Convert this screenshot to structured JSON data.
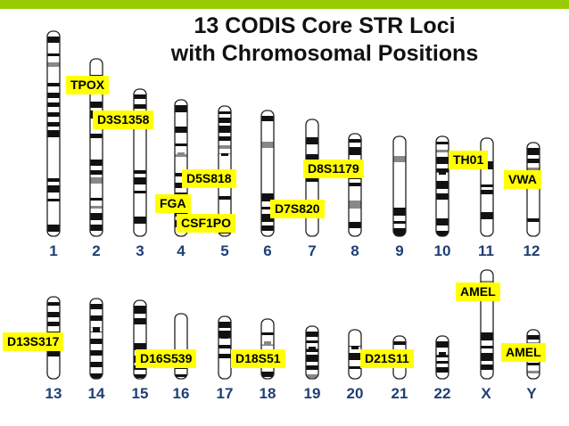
{
  "colors": {
    "top_bar": "#99cc00",
    "label_bg": "#ffff00",
    "number_text": "#1f3f75",
    "band_dark": "#111111",
    "band_gray": "#888888"
  },
  "title": {
    "line1": "13 CODIS Core STR Loci",
    "line2": "with Chromosomal Positions"
  },
  "chromosome_numbers": {
    "c1": "1",
    "c2": "2",
    "c3": "3",
    "c4": "4",
    "c5": "5",
    "c6": "6",
    "c7": "7",
    "c8": "8",
    "c9": "9",
    "c10": "10",
    "c11": "11",
    "c12": "12",
    "c13": "13",
    "c14": "14",
    "c15": "15",
    "c16": "16",
    "c17": "17",
    "c18": "18",
    "c19": "19",
    "c20": "20",
    "c21": "21",
    "c22": "22",
    "cX": "X",
    "cY": "Y"
  },
  "loci": {
    "tpox": "TPOX",
    "d3s1358": "D3S1358",
    "d5s818": "D5S818",
    "fga": "FGA",
    "csf1po": "CSF1PO",
    "d7s820": "D7S820",
    "d8s1179": "D8S1179",
    "th01": "TH01",
    "vwa": "VWA",
    "d13s317": "D13S317",
    "d16s539": "D16S539",
    "d18s51": "D18S51",
    "d21s11": "D21S11",
    "amel_x": "AMEL",
    "amel_y": "AMEL"
  }
}
